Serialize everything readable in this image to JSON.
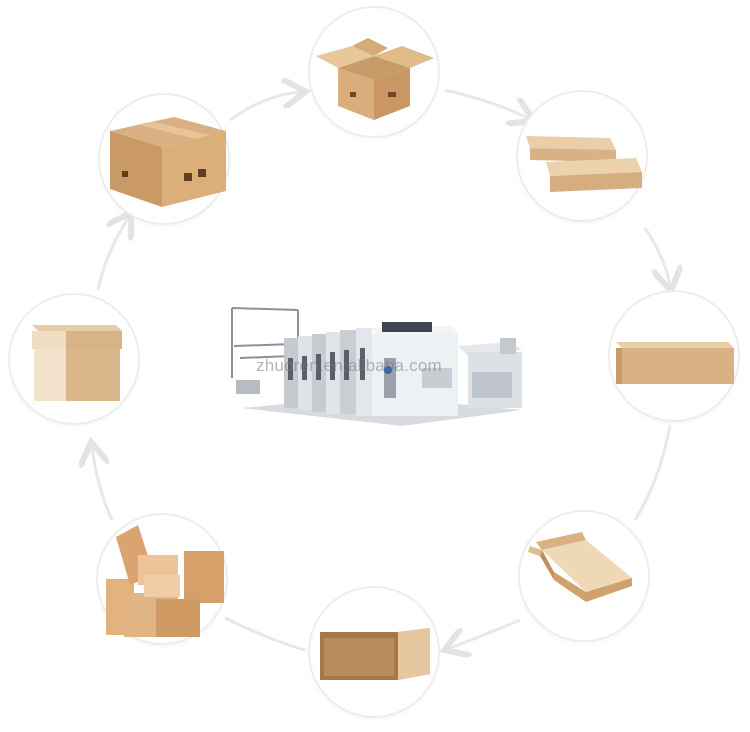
{
  "watermark": {
    "text": "zhuoren.en.alibaba.com"
  },
  "colors": {
    "kraft": "#d7ad7b",
    "kraft_dark": "#b98a57",
    "kraft_light": "#ead2ad",
    "ring": "#e6e6e6",
    "machine": "#e9ecef"
  },
  "nodes": [
    {
      "name": "open-box-node",
      "icon": "open-carton-icon"
    },
    {
      "name": "flat-long-boxes-node",
      "icon": "long-boxes-icon"
    },
    {
      "name": "long-box-node",
      "icon": "long-box-icon"
    },
    {
      "name": "pizza-box-node",
      "icon": "pizza-box-icon"
    },
    {
      "name": "drawer-box-node",
      "icon": "drawer-box-icon"
    },
    {
      "name": "box-pile-node",
      "icon": "box-pile-icon"
    },
    {
      "name": "lidded-box-node",
      "icon": "lidded-box-icon"
    },
    {
      "name": "sealed-box-node",
      "icon": "sealed-box-icon"
    }
  ],
  "center": {
    "icon": "printing-slotter-machine-icon"
  }
}
